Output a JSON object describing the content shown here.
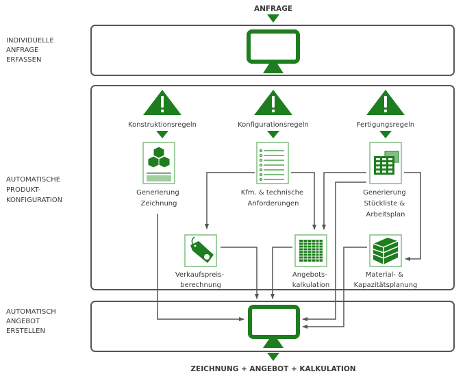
{
  "colors": {
    "accent": "#1e7d1e",
    "accent_light": "#7fbf7f",
    "line": "#555555",
    "text": "#3a3a3a"
  },
  "top_label": "ANFRAGE",
  "bottom_label": "ZEICHNUNG + ANGEBOT + KALKULATION",
  "sections": [
    {
      "lines": [
        "INDIVIDUELLE",
        "ANFRAGE",
        "ERFASSEN"
      ]
    },
    {
      "lines": [
        "AUTOMATISCHE",
        "PRODUKT-",
        "KONFIGURATION"
      ]
    },
    {
      "lines": [
        "AUTOMATISCH",
        "ANGEBOT",
        "ERSTELLEN"
      ]
    }
  ],
  "rules": [
    {
      "label": "Konstruktionsregeln",
      "icon": "warning-icon"
    },
    {
      "label": "Konfigurationsregeln",
      "icon": "warning-icon"
    },
    {
      "label": "Fertigungsregeln",
      "icon": "warning-icon"
    }
  ],
  "nodes": {
    "zeichnung": {
      "lines": [
        "Generierung",
        "Zeichnung"
      ],
      "icon": "cubes-document-icon"
    },
    "anforderungen": {
      "lines": [
        "Kfm. & technische",
        "Anforderungen"
      ],
      "icon": "checklist-document-icon"
    },
    "stueckliste": {
      "lines": [
        "Generierung",
        "Stückliste &",
        "Arbeitsplan"
      ],
      "icon": "spreadsheet-document-icon"
    },
    "verkaufspreis": {
      "lines": [
        "Verkaufspreis-",
        "berechnung"
      ],
      "icon": "price-tag-icon"
    },
    "angebot": {
      "lines": [
        "Angebots-",
        "kalkulation"
      ],
      "icon": "table-grid-icon"
    },
    "material": {
      "lines": [
        "Material- &",
        "Kapazitätsplanung"
      ],
      "icon": "stacked-layers-icon"
    }
  }
}
